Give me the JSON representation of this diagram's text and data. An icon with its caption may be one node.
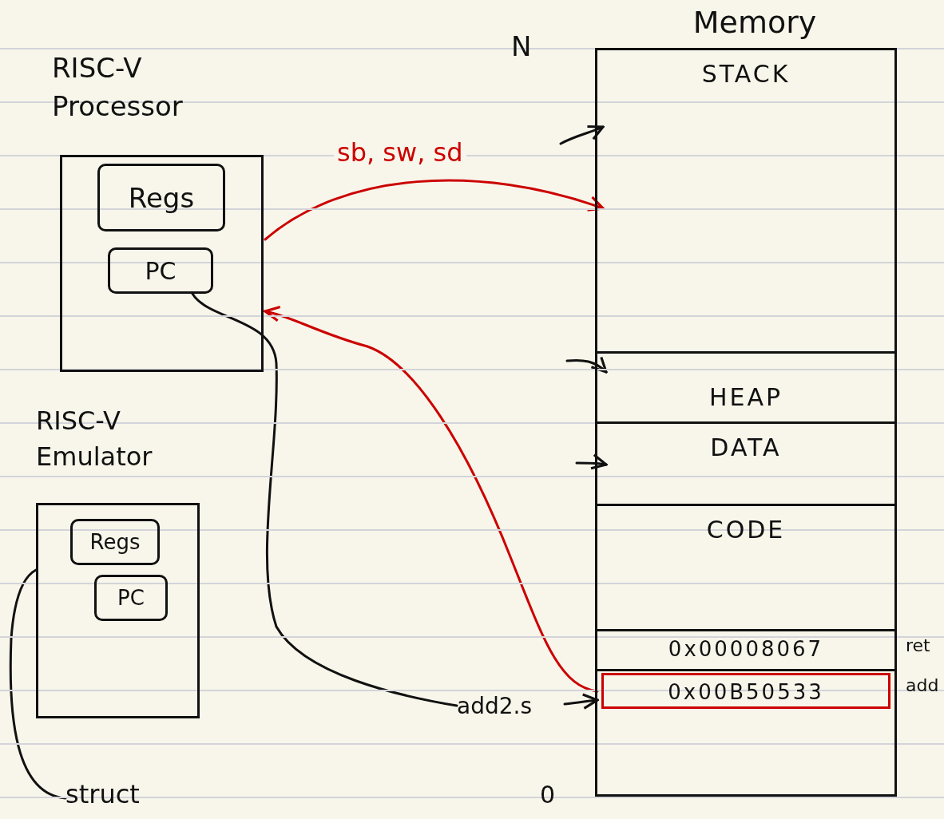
{
  "diagram": {
    "nodes": [
      {
        "text": [
          "RISC-V Processor"
        ]
      },
      {
        "text": [
          "Regs"
        ],
        "in": 0
      },
      {
        "text": [
          "PC"
        ],
        "in": 0
      },
      {
        "text": [
          "RISC-V Emulator"
        ]
      },
      {
        "text": [
          "Regs"
        ],
        "in": 3
      },
      {
        "text": [
          "PC"
        ],
        "in": 3
      },
      {
        "text": [
          "struct"
        ]
      },
      {
        "text": [
          "Memory"
        ]
      },
      {
        "text": [
          "STACK"
        ],
        "in": 7
      },
      {
        "text": [
          "HEAP"
        ],
        "in": 7
      },
      {
        "text": [
          "DATA"
        ],
        "in": 7
      },
      {
        "text": [
          "CODE"
        ],
        "in": 7
      },
      {
        "text": [
          "0x00008067"
        ],
        "in": 7,
        "beside": [
          "ret"
        ]
      },
      {
        "text": [
          "0x00B50533"
        ],
        "in": 7,
        "beside": [
          "add"
        ]
      },
      {
        "text": [
          "add2.s"
        ]
      }
    ],
    "edges": [
      {
        "from": 0,
        "to": 8,
        "arrow": "to",
        "label": "sb, sw, sd",
        "color": "#cc0000"
      },
      {
        "from": 13,
        "to": 0,
        "arrow": "to",
        "color": "#cc0000"
      },
      {
        "from": 2,
        "to": 14,
        "arrow": "none"
      },
      {
        "from": 14,
        "to": 13,
        "arrow": "to"
      },
      {
        "from": 6,
        "to": 3,
        "arrow": "none"
      },
      {
        "from": null,
        "to": 8,
        "arrow": "to"
      },
      {
        "from": null,
        "to": 9,
        "arrow": "to"
      },
      {
        "from": null,
        "to": 10,
        "arrow": "to"
      }
    ],
    "labels": [
      "N",
      "0"
    ]
  }
}
